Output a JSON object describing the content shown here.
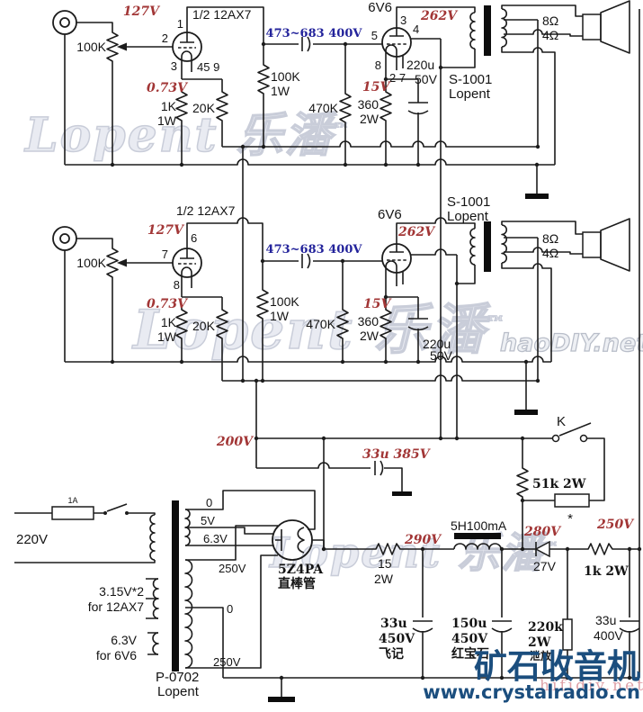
{
  "colors": {
    "voltage_red": "#A23636",
    "cap_blue": "#23239B",
    "wire": "#1c1c1c",
    "watermark_gray": "#c9cdd9",
    "watermark_blue": "#1b4e7e"
  },
  "ch1": {
    "pot": "100K",
    "tube_in": "1/2 12AX7",
    "plate_v": "127V",
    "pin_plate": "1",
    "pin_grid": "2",
    "pin_cath": "3",
    "pins_heater": "45 9",
    "cath_v": "0.73V",
    "r_cath": "1K",
    "r_cath_w": "1W",
    "r_fb": "20K",
    "r_plate": "100K",
    "r_plate_w": "1W",
    "c_couple": "473~683 400V",
    "tube_out": "6V6",
    "out_plate_v": "262V",
    "pin_o_plate": "3",
    "pin_o_screen": "4",
    "pin_o_grid": "5",
    "pin_o_cath": "8",
    "pins_o_heater": "2 7",
    "r_grid": "470K",
    "out_cath_v": "15V",
    "r_ocath": "360",
    "r_ocath_w": "2W",
    "c_bypass": "220u",
    "c_bypass_v": "50V",
    "opt": "S-1001",
    "opt_brand": "Lopent",
    "tap8": "8Ω",
    "tap4": "4Ω"
  },
  "ch2": {
    "pot": "100K",
    "tube_in": "1/2 12AX7",
    "plate_v": "127V",
    "pin_plate": "6",
    "pin_grid": "7",
    "pin_cath": "8",
    "cath_v": "0.73V",
    "r_cath": "1K",
    "r_cath_w": "1W",
    "r_fb": "20K",
    "r_plate": "100K",
    "r_plate_w": "1W",
    "c_couple": "473~683 400V",
    "tube_out": "6V6",
    "out_plate_v": "262V",
    "r_grid": "470K",
    "out_cath_v": "15V",
    "r_ocath": "360",
    "r_ocath_w": "2W",
    "c_bypass": "220u",
    "c_bypass_v": "50V",
    "opt": "S-1001",
    "opt_brand": "Lopent",
    "tap8": "8Ω",
    "tap4": "4Ω"
  },
  "psu": {
    "mains": "220V",
    "fuse": "1A",
    "heater_12ax7": "3.15V*2",
    "heater_12ax7_for": "for 12AX7",
    "heater_6v6": "6.3V",
    "heater_6v6_for": "for 6V6",
    "pt_model": "P-0702",
    "pt_brand": "Lopent",
    "fil_0": "0",
    "fil_5": "5V",
    "fil_63": "6.3V",
    "hv_top": "250V",
    "hv_ct": "0",
    "hv_bot": "250V",
    "rect": "5Z4PA",
    "rect_cn": "直棒管",
    "v290": "290V",
    "r_filter": "15",
    "r_filter_w": "2W",
    "choke": "5H100mA",
    "v280": "280V",
    "v250": "250V",
    "zener": "27V",
    "r_drop": "1k 2W",
    "c1": "33u",
    "c1_v": "450V",
    "c1_brand": "飞记",
    "c2": "150u",
    "c2_v": "450V",
    "c2_brand": "红宝石",
    "r_bleed": "220k",
    "r_bleed_w": "2W",
    "r_bleed_cn": "泄放",
    "c3": "33u",
    "c3_v": "400V",
    "v200": "200V",
    "c_200": "33u 385V",
    "k": "K",
    "r_51k": "51k 2W",
    "star": "*"
  },
  "watermarks": {
    "lopent": "Lopent 乐潘",
    "tm": "™",
    "haodiy": "haoDIY.net",
    "site_cn": "矿石收音机",
    "site_url": "www.crystalradio.cn",
    "hifidiy": "hifidiy.net"
  }
}
